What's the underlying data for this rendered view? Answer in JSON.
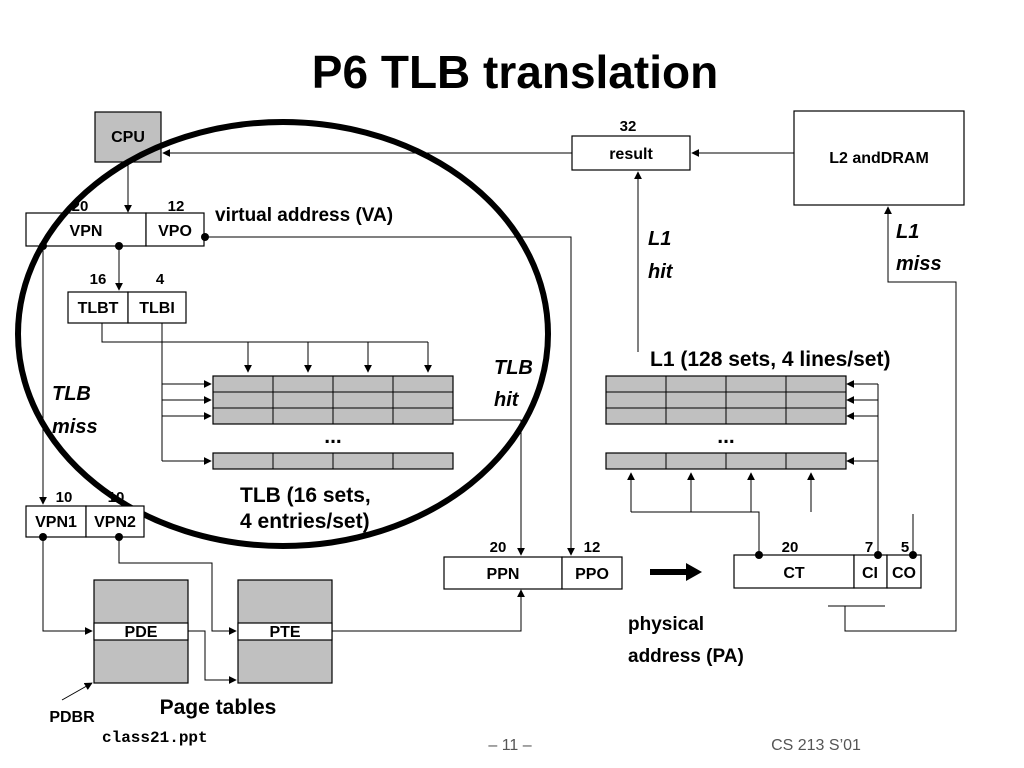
{
  "title": "P6 TLB translation",
  "cpu": "CPU",
  "va": {
    "bits_vpn": "20",
    "bits_vpo": "12",
    "vpn": "VPN",
    "vpo": "VPO",
    "label": "virtual address (VA)"
  },
  "tlb_index": {
    "bits_tlbt": "16",
    "bits_tlbi": "4",
    "tlbt": "TLBT",
    "tlbi": "TLBI"
  },
  "tlb_miss": [
    "TLB",
    "miss"
  ],
  "tlb_hit": [
    "TLB",
    "hit"
  ],
  "ellipsis": "...",
  "tlb_caption": [
    "TLB (16 sets,",
    "4 entries/set)"
  ],
  "vpn_split": {
    "bits_vpn1": "10",
    "bits_vpn2": "10",
    "vpn1": "VPN1",
    "vpn2": "VPN2"
  },
  "page_tables": {
    "pde": "PDE",
    "pte": "PTE",
    "label": "Page tables",
    "pdbr": "PDBR"
  },
  "pa": {
    "bits_ppn": "20",
    "bits_ppo": "12",
    "ppn": "PPN",
    "ppo": "PPO",
    "label": [
      "physical",
      "address (PA)"
    ]
  },
  "ca": {
    "bits_ct": "20",
    "bits_ci": "7",
    "bits_co": "5",
    "ct": "CT",
    "ci": "CI",
    "co": "CO"
  },
  "result": {
    "bits": "32",
    "label": "result"
  },
  "l2": "L2 andDRAM",
  "l1_hit": [
    "L1",
    "hit"
  ],
  "l1_miss": [
    "L1",
    "miss"
  ],
  "l1_caption": "L1 (128 sets, 4 lines/set)",
  "footer": {
    "file": "class21.ppt",
    "page": "– 11 –",
    "course": "CS 213 S’01"
  }
}
